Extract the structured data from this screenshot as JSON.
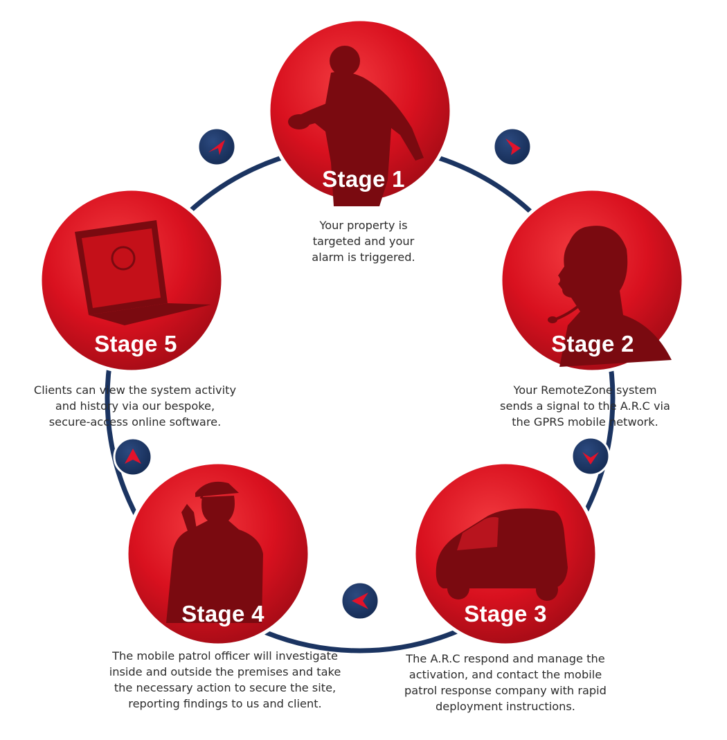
{
  "stages": [
    {
      "title": "Stage 1",
      "icon": "burglar-icon",
      "lines": [
        "Your property is",
        "targeted and your",
        "alarm is triggered."
      ]
    },
    {
      "title": "Stage 2",
      "icon": "operator-headset-icon",
      "lines": [
        "Your RemoteZone system",
        "sends a signal to the A.R.C via",
        "the GPRS mobile network."
      ]
    },
    {
      "title": "Stage 3",
      "icon": "patrol-van-icon",
      "lines": [
        "The A.R.C respond and manage the",
        "activation, and contact the mobile",
        "patrol response company with rapid",
        "deployment instructions."
      ]
    },
    {
      "title": "Stage 4",
      "icon": "patrol-officer-icon",
      "lines": [
        "The mobile patrol officer will investigate",
        "inside and outside the premises and take",
        "the necessary action to secure the site,",
        "reporting findings to us and client."
      ]
    },
    {
      "title": "Stage 5",
      "icon": "laptop-icon",
      "lines": [
        "Clients can view the system activity",
        "and history via our bespoke,",
        "secure-access online software."
      ]
    }
  ],
  "colors": {
    "circle_red": "#d9111f",
    "circle_dark": "#a00b15",
    "connector_navy": "#1b3461",
    "arrow_red": "#e3122a",
    "silhouette": "#7a0a10"
  }
}
